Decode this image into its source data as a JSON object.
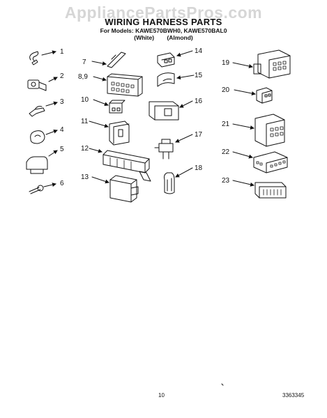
{
  "watermark": "AppliancePartsPros.com",
  "title": "WIRING HARNESS PARTS",
  "models": "For Models: KAWE570BWH0, KAWE570BAL0",
  "variants": [
    "(White)",
    "(Almond)"
  ],
  "part_labels": {
    "p1": "1",
    "p2": "2",
    "p3": "3",
    "p4": "4",
    "p5": "5",
    "p6": "6",
    "p7": "7",
    "p89": "8,9",
    "p10": "10",
    "p11": "11",
    "p12": "12",
    "p13": "13",
    "p14": "14",
    "p15": "15",
    "p16": "16",
    "p17": "17",
    "p18": "18",
    "p19": "19",
    "p20": "20",
    "p21": "21",
    "p22": "22",
    "p23": "23"
  },
  "page_number": "10",
  "doc_number": "3363345"
}
